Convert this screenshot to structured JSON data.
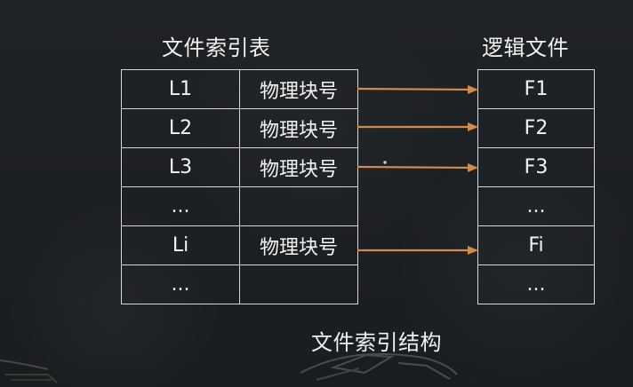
{
  "titles": {
    "index_table": "文件索引表",
    "logical_file": "逻辑文件",
    "structure": "文件索引结构"
  },
  "index_rows": [
    {
      "label": "L1",
      "block": "物理块号"
    },
    {
      "label": "L2",
      "block": "物理块号"
    },
    {
      "label": "L3",
      "block": "物理块号"
    },
    {
      "label": "...",
      "block": ""
    },
    {
      "label": "Li",
      "block": "物理块号"
    },
    {
      "label": "...",
      "block": ""
    }
  ],
  "logical_rows": [
    "F1",
    "F2",
    "F3",
    "...",
    "Fi",
    "..."
  ],
  "colors": {
    "arrow": "#d28b4b",
    "line": "#d8d8d8",
    "text": "#f4f4f4"
  }
}
